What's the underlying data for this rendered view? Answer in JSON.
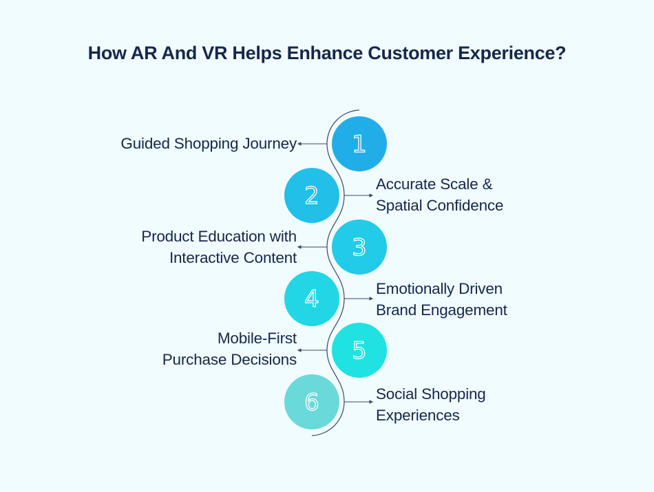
{
  "title": "How AR And VR Helps Enhance Customer Experience?",
  "colors": {
    "background": "#f0fcff",
    "text": "#17264a",
    "line": "#3b4668",
    "circles": [
      "#21aee8",
      "#22bfe9",
      "#22cbe8",
      "#22d6e6",
      "#20e2e3",
      "#6ad9d9"
    ]
  },
  "steps": [
    {
      "number": "1",
      "line1": "Guided Shopping Journey",
      "line2": "",
      "side": "left"
    },
    {
      "number": "2",
      "line1": "Accurate Scale &",
      "line2": "Spatial Confidence",
      "side": "right"
    },
    {
      "number": "3",
      "line1": "Product Education with",
      "line2": "Interactive Content",
      "side": "left"
    },
    {
      "number": "4",
      "line1": "Emotionally Driven",
      "line2": "Brand Engagement",
      "side": "right"
    },
    {
      "number": "5",
      "line1": "Mobile-First",
      "line2": "Purchase Decisions",
      "side": "left"
    },
    {
      "number": "6",
      "line1": "Social Shopping",
      "line2": "Experiences",
      "side": "right"
    }
  ]
}
